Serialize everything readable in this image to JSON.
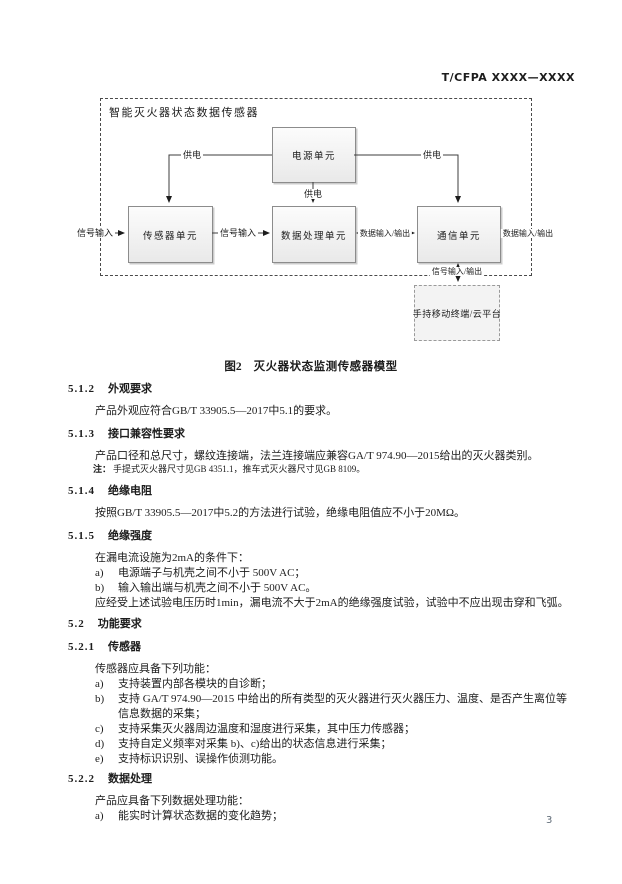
{
  "header": {
    "doc_number": "T/CFPA XXXX—XXXX"
  },
  "diagram": {
    "container_label": "智能灭火器状态数据传感器",
    "boxes": {
      "power": "电源单元",
      "sensor": "传感器单元",
      "data_processing": "数据处理单元",
      "communication": "通信单元",
      "terminal": "手持移动终端/云平台"
    },
    "edge_labels": {
      "signal_input_left": "信号输入",
      "signal_input_mid": "信号输入",
      "power_supply_left": "供电",
      "power_supply_mid": "供电",
      "power_supply_right": "供电",
      "data_io_mid": "数据输入/输出",
      "data_io_right": "数据输入/输出",
      "signal_io_bottom": "信号输入/输出"
    },
    "caption_label": "图2",
    "caption_title": "灭火器状态监测传感器模型",
    "line_color": "#3c3c3c",
    "box_fill": "#ededed"
  },
  "sections": [
    {
      "number": "5.1.2",
      "title": "外观要求",
      "para": "产品外观应符合GB/T 33905.5—2017中5.1的要求。"
    },
    {
      "number": "5.1.3",
      "title": "接口兼容性要求",
      "para": "产品口径和总尺寸，螺纹连接端，法兰连接端应兼容GA/T 974.90—2015给出的灭火器类别。",
      "note_label": "注：",
      "note_text": "手提式灭火器尺寸见GB 4351.1，推车式灭火器尺寸见GB 8109。"
    },
    {
      "number": "5.1.4",
      "title": "绝缘电阻",
      "para": "按照GB/T 33905.5—2017中5.2的方法进行试验，绝缘电阻值应不小于20MΩ。"
    },
    {
      "number": "5.1.5",
      "title": "绝缘强度",
      "intro": "在漏电流设施为2mA的条件下：",
      "items": [
        {
          "label": "a)",
          "text": "电源端子与机壳之间不小于 500V AC；"
        },
        {
          "label": "b)",
          "text": "输入输出端与机壳之间不小于 500V AC。"
        }
      ],
      "outro": "应经受上述试验电压历时1min，漏电流不大于2mA的绝缘强度试验，试验中不应出现击穿和飞弧。"
    },
    {
      "number": "5.2",
      "title": "功能要求"
    },
    {
      "number": "5.2.1",
      "title": "传感器",
      "intro": "传感器应具备下列功能：",
      "items": [
        {
          "label": "a)",
          "text": "支持装置内部各模块的自诊断；"
        },
        {
          "label": "b)",
          "text": "支持 GA/T 974.90—2015 中给出的所有类型的灭火器进行灭火器压力、温度、是否产生离位等信息数据的采集；"
        },
        {
          "label": "c)",
          "text": "支持采集灭火器周边温度和湿度进行采集，其中压力传感器；"
        },
        {
          "label": "d)",
          "text": "支持自定义频率对采集 b)、c)给出的状态信息进行采集；"
        },
        {
          "label": "e)",
          "text": "支持标识识别、误操作侦测功能。"
        }
      ]
    },
    {
      "number": "5.2.2",
      "title": "数据处理",
      "intro": "产品应具备下列数据处理功能：",
      "items": [
        {
          "label": "a)",
          "text": "能实时计算状态数据的变化趋势；"
        }
      ]
    }
  ],
  "footer": {
    "page_number": "3"
  }
}
